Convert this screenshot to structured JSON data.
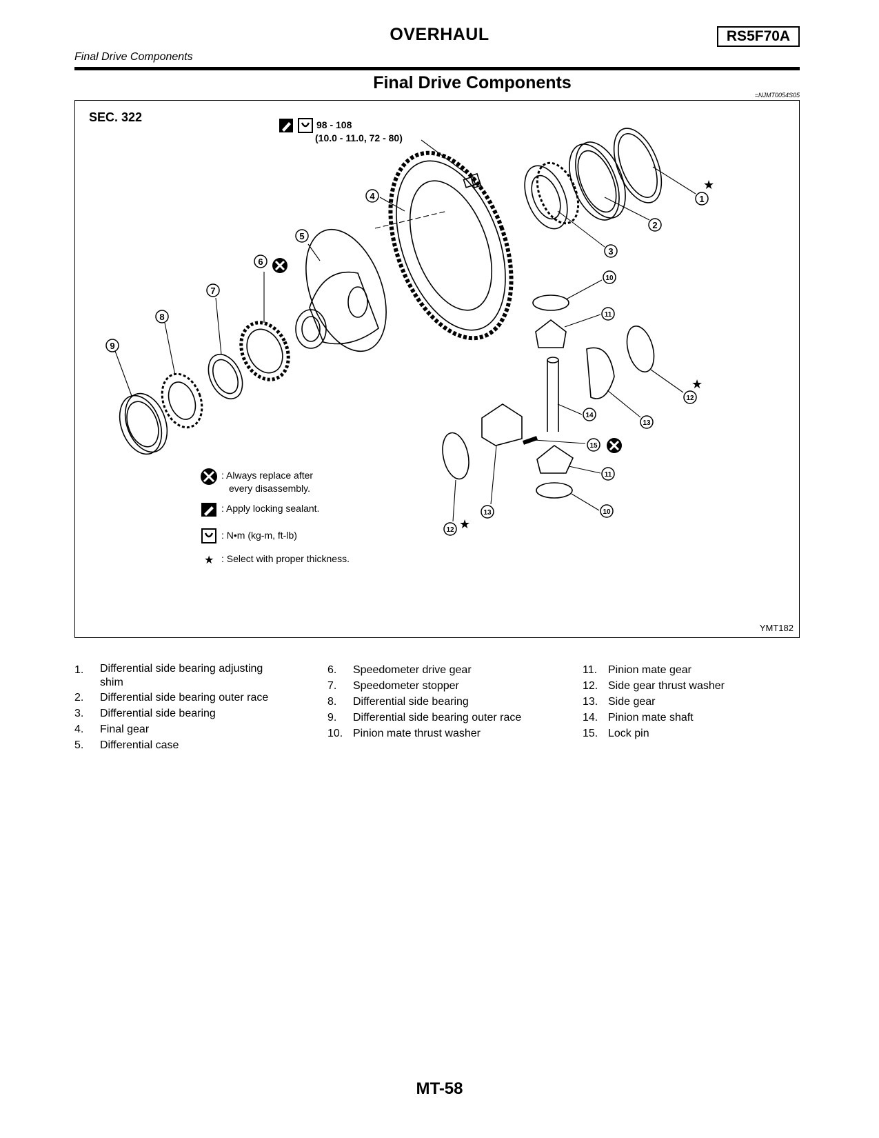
{
  "header": {
    "title": "OVERHAUL",
    "model": "RS5F70A",
    "subtitle": "Final Drive Components"
  },
  "section": {
    "title": "Final Drive Components",
    "ref_code": "=NJMT0054S05"
  },
  "figure": {
    "sec_label": "SEC. 322",
    "torque_value": "98 - 108",
    "torque_alt": "(10.0 - 11.0, 72 - 80)",
    "figure_id": "YMT182",
    "callout_numbers": [
      "1",
      "2",
      "3",
      "4",
      "5",
      "6",
      "7",
      "8",
      "9",
      "10",
      "11",
      "14",
      "15",
      "11",
      "10",
      "12",
      "13",
      "12",
      "13"
    ],
    "key": [
      {
        "icon": "always-replace-icon",
        "line1": ": Always replace after",
        "line2": "every disassembly."
      },
      {
        "icon": "locking-sealant-icon",
        "line1": ": Apply locking sealant.",
        "line2": ""
      },
      {
        "icon": "torque-wrench-icon",
        "line1": ": N•m (kg-m, ft-lb)",
        "line2": ""
      },
      {
        "icon": "star-icon",
        "line1": ": Select with proper thickness.",
        "line2": ""
      }
    ]
  },
  "legend": [
    {
      "num": "1.",
      "label": "Differential side bearing adjusting shim"
    },
    {
      "num": "2.",
      "label": "Differential side bearing outer race"
    },
    {
      "num": "3.",
      "label": "Differential side bearing"
    },
    {
      "num": "4.",
      "label": "Final gear"
    },
    {
      "num": "5.",
      "label": "Differential case"
    },
    {
      "num": "6.",
      "label": "Speedometer drive gear"
    },
    {
      "num": "7.",
      "label": "Speedometer stopper"
    },
    {
      "num": "8.",
      "label": "Differential side bearing"
    },
    {
      "num": "9.",
      "label": "Differential side bearing outer race"
    },
    {
      "num": "10.",
      "label": "Pinion mate thrust washer"
    },
    {
      "num": "11.",
      "label": "Pinion mate gear"
    },
    {
      "num": "12.",
      "label": "Side gear thrust washer"
    },
    {
      "num": "13.",
      "label": "Side gear"
    },
    {
      "num": "14.",
      "label": "Pinion mate shaft"
    },
    {
      "num": "15.",
      "label": "Lock pin"
    }
  ],
  "footer": {
    "page": "MT-58"
  }
}
